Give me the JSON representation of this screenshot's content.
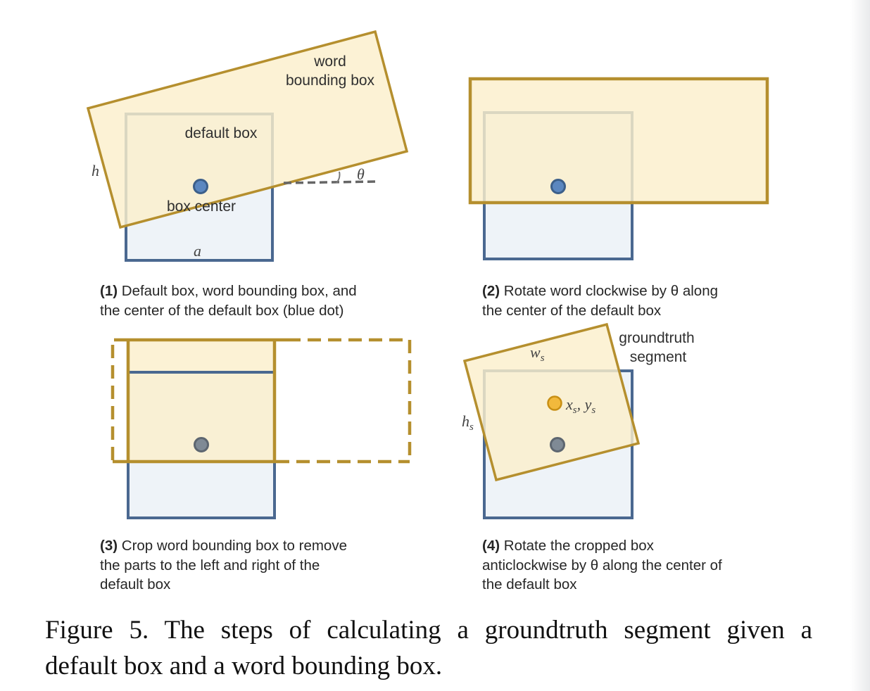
{
  "panel1": {
    "word_bbox_label_1": "word",
    "word_bbox_label_2": "bounding box",
    "default_box_label": "default box",
    "h_label": "h",
    "theta_label": "θ",
    "box_center_label": "box center",
    "a_label": "a",
    "caption_num": "(1)",
    "caption_line1": " Default box, word bounding box, and",
    "caption_line2": "the center of the default box (blue dot)"
  },
  "panel2": {
    "caption_num": "(2)",
    "caption_line1": " Rotate word clockwise by θ along",
    "caption_line2": "the center of the default box"
  },
  "panel3": {
    "caption_num": "(3)",
    "caption_line1": " Crop word bounding box to remove",
    "caption_line2": "the parts to the left and right of the",
    "caption_line3": "default box"
  },
  "panel4": {
    "groundtruth_label_1": "groundtruth",
    "groundtruth_label_2": "segment",
    "ws_label": "ws",
    "hs_label": "hs",
    "xs_ys_label": "xs, ys",
    "caption_num": "(4)",
    "caption_line1": " Rotate the cropped box",
    "caption_line2": "anticlockwise by θ along the center of",
    "caption_line3": "the default box"
  },
  "figure_caption": {
    "line1": "Figure 5. The steps of calculating a groundtruth segment given a",
    "line2": "default box and a word bounding box."
  },
  "colors": {
    "default_box_stroke": "#4a6890",
    "default_box_fill": "#eef3f8",
    "word_box_stroke": "#b58f2e",
    "word_box_fill": "#fbefcc",
    "center_dot": "#5b87c0",
    "gray_dot": "#7f8a95",
    "segment_center_dot": "#f2b93c"
  }
}
